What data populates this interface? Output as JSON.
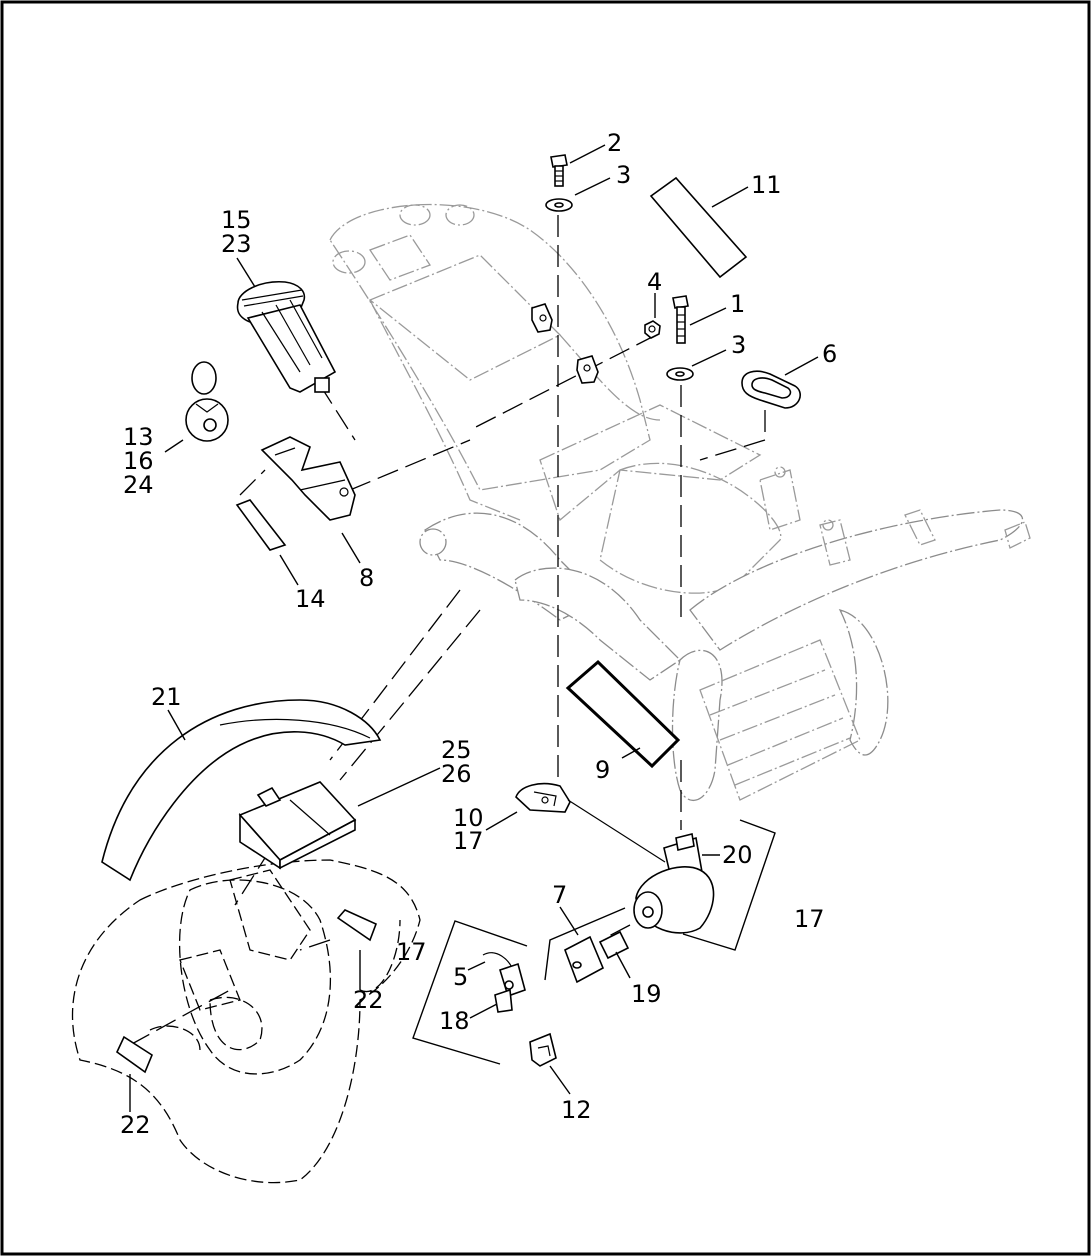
{
  "callouts": {
    "c1": "1",
    "c2": "2",
    "c3a": "3",
    "c3b": "3",
    "c4": "4",
    "c5": "5",
    "c6": "6",
    "c7": "7",
    "c8": "8",
    "c9": "9",
    "c10": "10",
    "c11": "11",
    "c12": "12",
    "c13": "13",
    "c14": "14",
    "c15": "15",
    "c16": "16",
    "c17a": "17",
    "c17b": "17",
    "c17c": "17",
    "c18": "18",
    "c19": "19",
    "c20": "20",
    "c21": "21",
    "c22a": "22",
    "c22b": "22",
    "c23": "23",
    "c24": "24",
    "c25": "25",
    "c26": "26"
  }
}
